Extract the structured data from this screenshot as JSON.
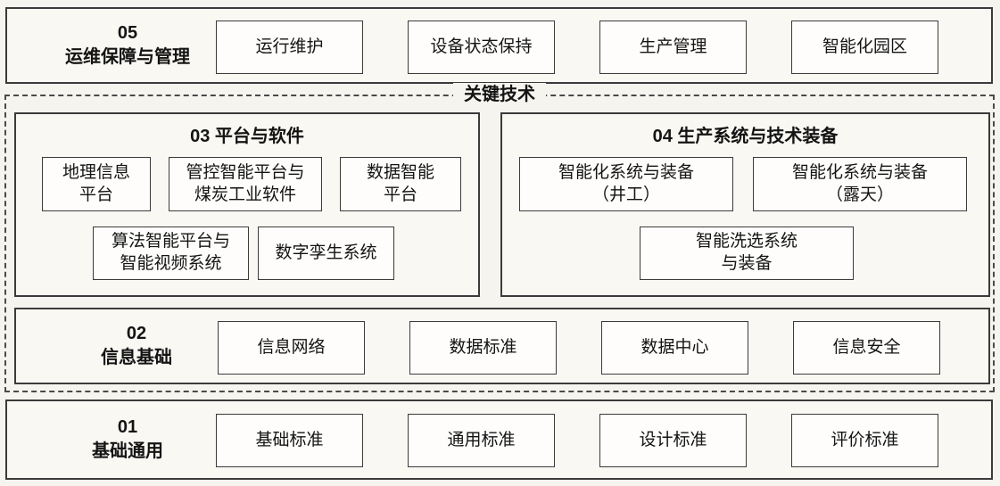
{
  "diagram": {
    "key_tech_label": "关键技术",
    "colors": {
      "background": "#f6f4ef",
      "box_background": "#fefdfb",
      "border": "#3b3b3b",
      "text": "#141414"
    },
    "layer05": {
      "label": "05\n运维保障与管理",
      "items": [
        "运行维护",
        "设备状态保持",
        "生产管理",
        "智能化园区"
      ]
    },
    "section03": {
      "title": "03 平台与软件",
      "row1": [
        "地理信息\n平台",
        "管控智能平台与\n煤炭工业软件",
        "数据智能\n平台"
      ],
      "row2": [
        "算法智能平台与\n智能视频系统",
        "数字孪生系统"
      ]
    },
    "section04": {
      "title": "04 生产系统与技术装备",
      "row1": [
        "智能化系统与装备\n（井工）",
        "智能化系统与装备\n（露天）"
      ],
      "row2": [
        "智能洗选系统\n与装备"
      ]
    },
    "layer02": {
      "label": "02\n信息基础",
      "items": [
        "信息网络",
        "数据标准",
        "数据中心",
        "信息安全"
      ]
    },
    "layer01": {
      "label": "01\n基础通用",
      "items": [
        "基础标准",
        "通用标准",
        "设计标准",
        "评价标准"
      ]
    }
  }
}
